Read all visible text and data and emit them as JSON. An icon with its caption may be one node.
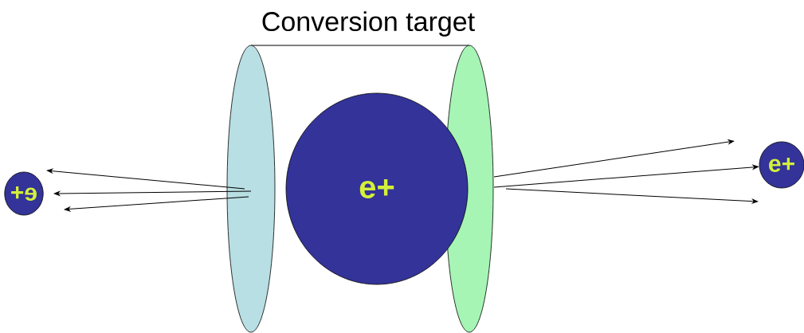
{
  "diagram": {
    "title": "Conversion target",
    "nodes": [
      {
        "text": [
          "e+"
        ]
      },
      {
        "text": [],
        "shape": "ellipse"
      },
      {
        "text": [
          "e+"
        ]
      },
      {
        "text": [],
        "shape": "ellipse"
      },
      {
        "text": [
          "e+"
        ]
      }
    ],
    "edges": [
      {
        "from": 1,
        "to": null,
        "arrow": "to"
      },
      {
        "from": 1,
        "to": null,
        "arrow": "to"
      },
      {
        "from": 1,
        "to": null,
        "arrow": "to"
      },
      {
        "from": 3,
        "to": null,
        "arrow": "to"
      },
      {
        "from": 3,
        "to": 4,
        "arrow": "to"
      },
      {
        "from": 3,
        "to": null,
        "arrow": "to"
      }
    ]
  }
}
